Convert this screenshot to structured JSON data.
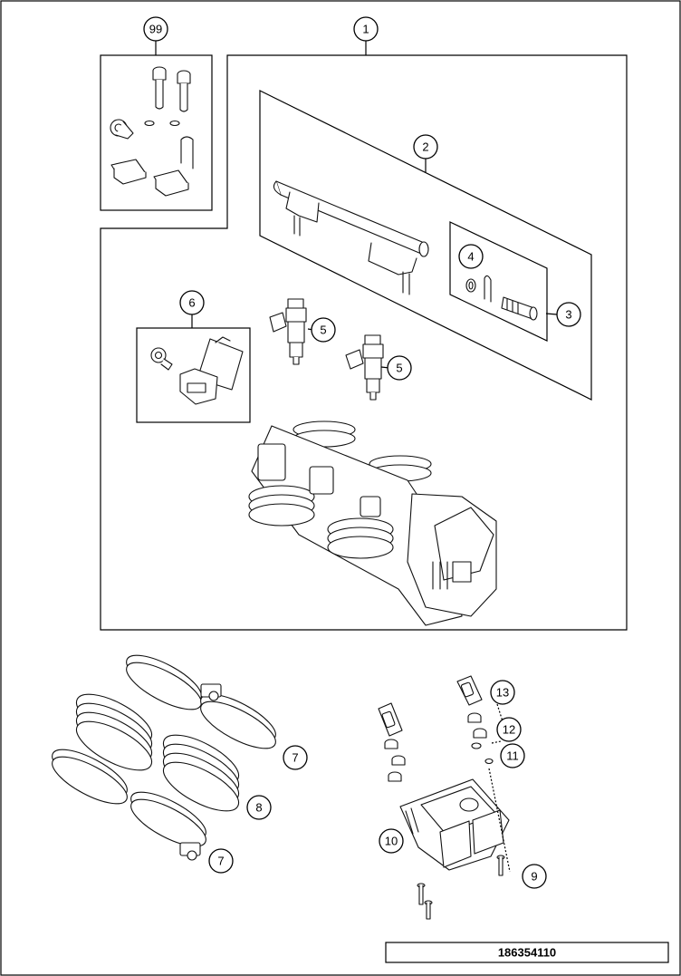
{
  "drawing_number": "186354110",
  "callouts": {
    "c99": "99",
    "c1": "1",
    "c2": "2",
    "c3": "3",
    "c4": "4",
    "c5a": "5",
    "c5b": "5",
    "c6": "6",
    "c7a": "7",
    "c7b": "7",
    "c8": "8",
    "c9": "9",
    "c10": "10",
    "c11": "11",
    "c12": "12",
    "c13": "13"
  }
}
